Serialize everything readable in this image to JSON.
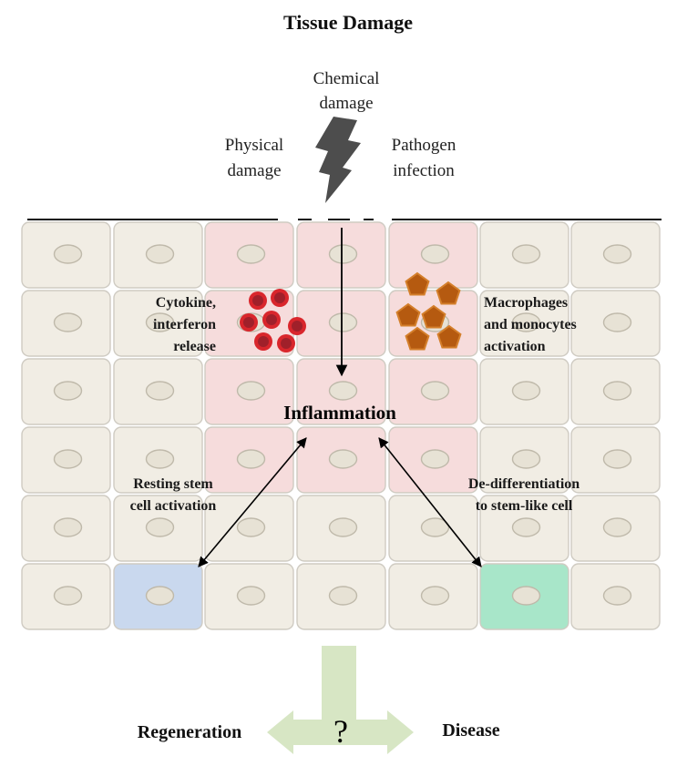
{
  "title": "Tissue Damage",
  "causes": {
    "chemical": [
      "Chemical",
      "damage"
    ],
    "physical": [
      "Physical",
      "damage"
    ],
    "pathogen": [
      "Pathogen",
      "infection"
    ]
  },
  "labels": {
    "cytokine": [
      "Cytokine,",
      "interferon",
      "release"
    ],
    "macrophages": [
      "Macrophages",
      "and monocytes",
      "activation"
    ],
    "inflammation": "Inflammation",
    "resting": [
      "Resting stem",
      "cell activation"
    ],
    "dedifferentiation": [
      "De-differentiation",
      "to stem-like cell"
    ]
  },
  "outcomes": {
    "question": "?",
    "left": "Regeneration",
    "right": "Disease"
  },
  "colors": {
    "cell_fill": "#f1ede4",
    "cell_border": "#cfcbc2",
    "nucleus_fill": "#e7e2d5",
    "nucleus_border": "#bfb9aa",
    "inflamed_fill": "#f6dcdc",
    "stem_blue": "#c9d8ee",
    "stem_green": "#a8e6c9",
    "cytokine_red": "#d9262c",
    "cytokine_core": "#a0202a",
    "macrophage_orange": "#b55a10",
    "macrophage_border": "#d47f2b",
    "arrow_green": "#d7e6c4",
    "lightning": "#4d4d4d"
  }
}
